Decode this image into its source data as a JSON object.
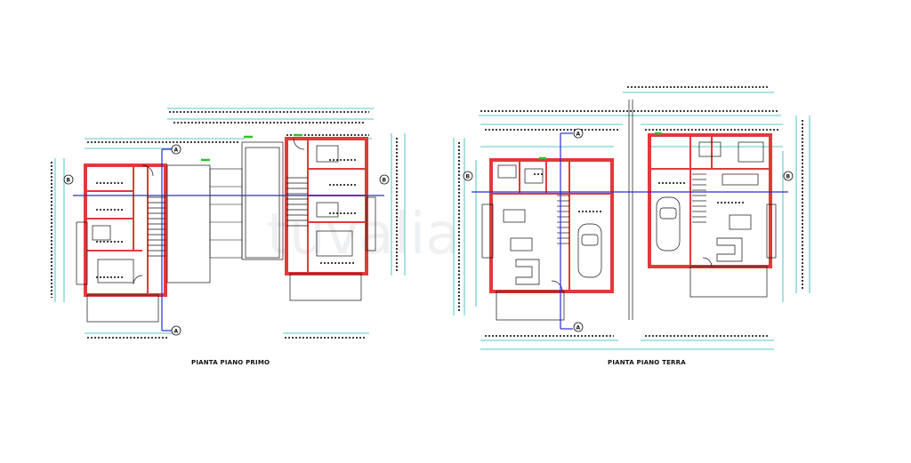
{
  "drawing": {
    "first_floor_caption": "PIANTA PIANO PRIMO",
    "ground_floor_caption": "PIANTA PIANO TERRA",
    "section_label_a": "A",
    "section_label_b": "B",
    "watermark": "tuvalia"
  }
}
